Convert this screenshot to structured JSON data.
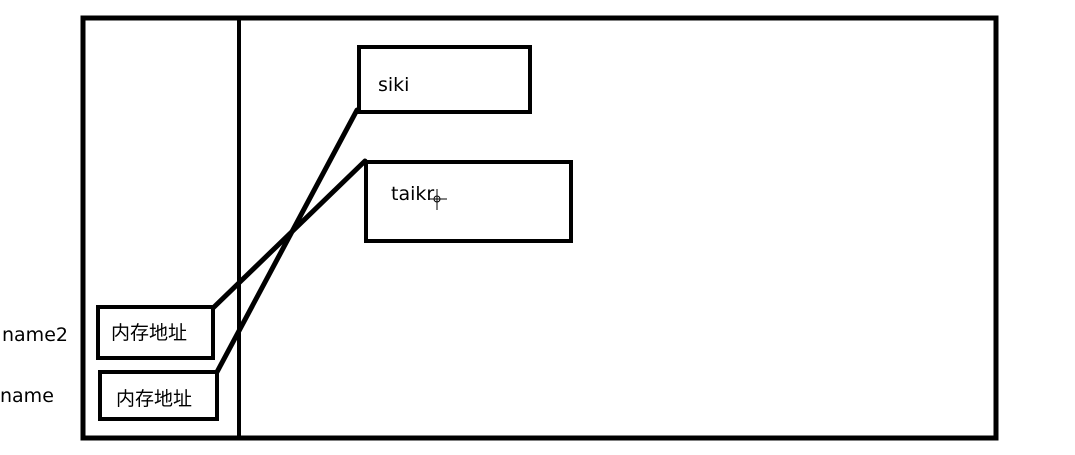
{
  "variables": [
    {
      "name": "name2",
      "cell_text": "内存地址"
    },
    {
      "name": "name",
      "cell_text": "内存地址"
    }
  ],
  "heap_objects": [
    {
      "text": "siki"
    },
    {
      "text": "taikr"
    }
  ]
}
